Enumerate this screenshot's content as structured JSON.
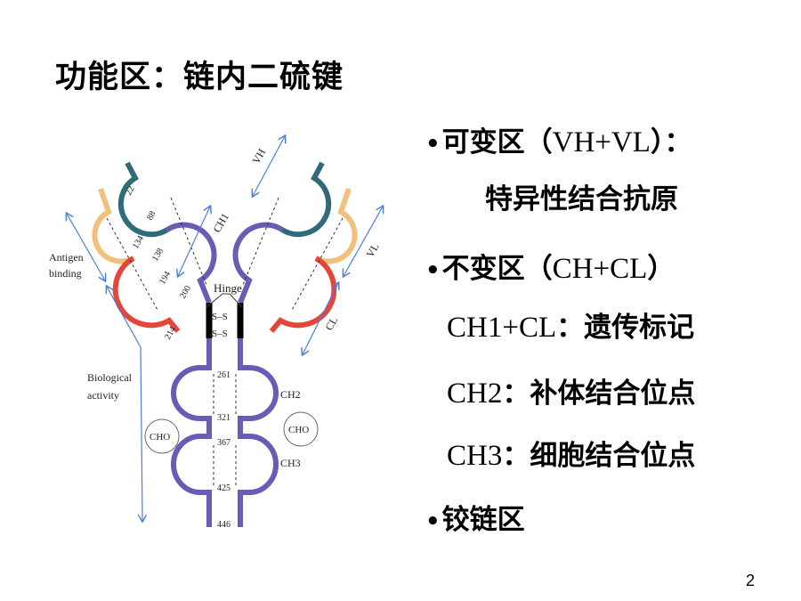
{
  "title": "功能区：链内二硫键",
  "bullets": [
    {
      "prefix": "可变区（",
      "code": "VH+VL",
      "suffix": "）："
    },
    {
      "text": "特异性结合抗原"
    },
    {
      "prefix": "不变区（",
      "code": "CH+CL",
      "suffix": "）"
    },
    {
      "code": "CH1+CL",
      "suffix": "：遗传标记"
    },
    {
      "code": "CH2",
      "suffix": "：补体结合位点"
    },
    {
      "code": "CH3",
      "suffix": "：细胞结合位点"
    },
    {
      "prefix": "铰链区"
    }
  ],
  "bullet_symbol": "•",
  "diagram": {
    "antigen_binding": [
      "Antigen",
      "binding"
    ],
    "biological_activity": [
      "Biological",
      "activity"
    ],
    "hinge": "Hinge",
    "vh": "VH",
    "vl": "VL",
    "ch1": "CH1",
    "cl": "CL",
    "ch2": "CH2",
    "ch3": "CH3",
    "cho": "CHO",
    "ss": "S–S",
    "residues": [
      "22",
      "88",
      "134",
      "138",
      "194",
      "200",
      "214",
      "261",
      "321",
      "367",
      "425",
      "446"
    ]
  },
  "page_number": "2",
  "colors": {
    "teal": "#2f6b78",
    "purple": "#6a5bb5",
    "orange": "#f1c07a",
    "red": "#e4473a",
    "arrow": "#4a7fd6"
  }
}
